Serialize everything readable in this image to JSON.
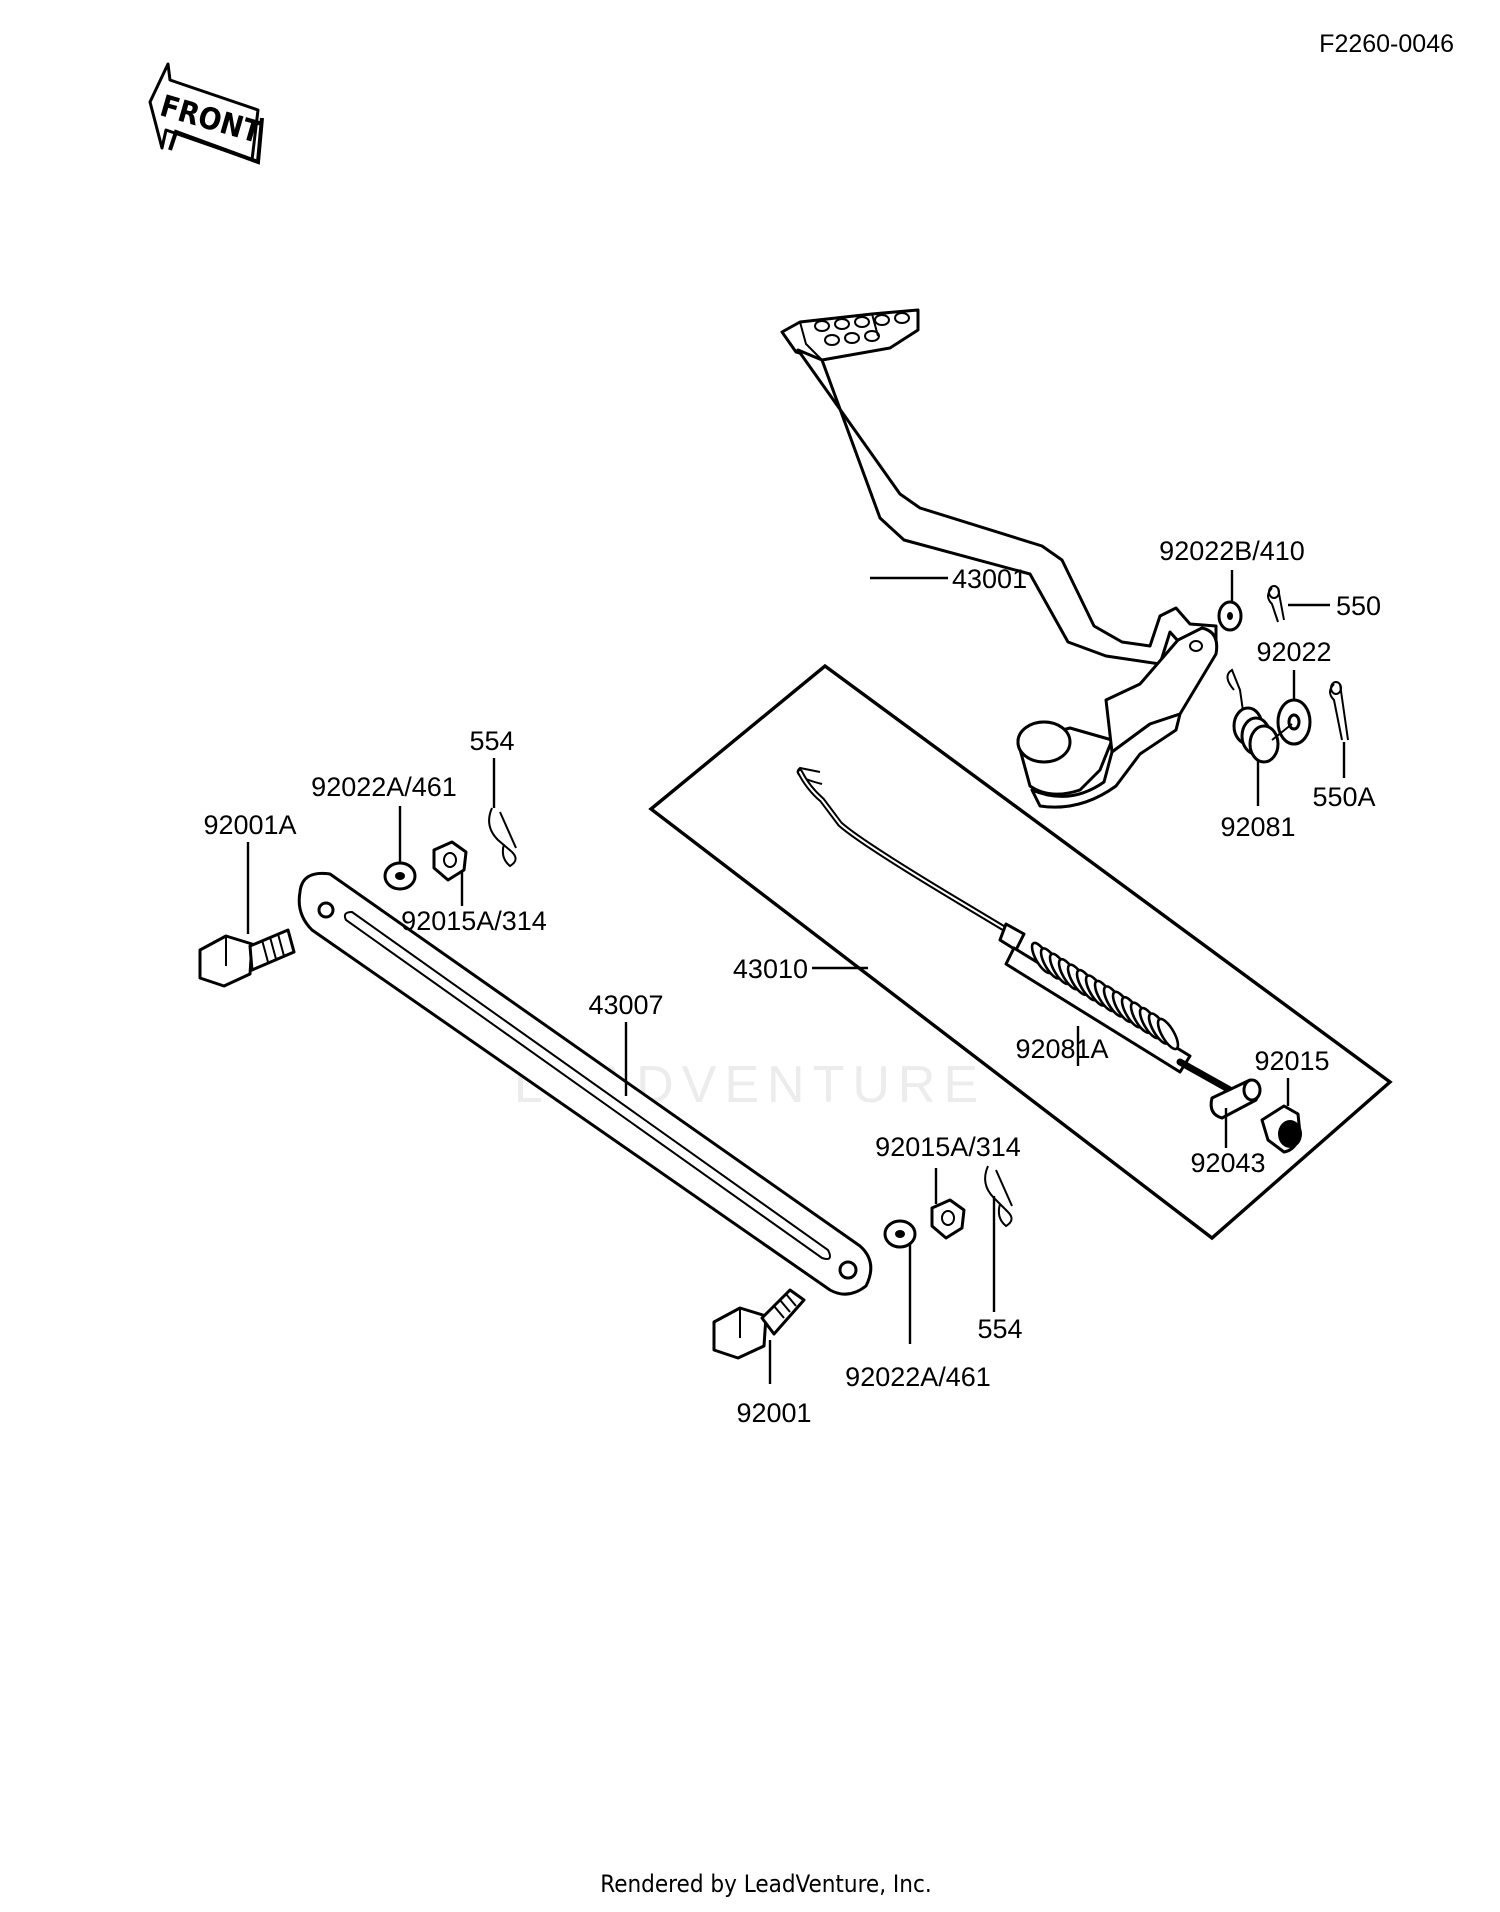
{
  "diagram_code": "F2260-0046",
  "front_arrow_text": "FRONT",
  "footer": "Rendered by LeadVenture, Inc.",
  "watermark": "LEADVENTURE",
  "callouts": {
    "c43001": "43001",
    "c92022B_410": "92022B/410",
    "c550": "550",
    "c92022": "92022",
    "c550A": "550A",
    "c92081": "92081",
    "c554_top": "554",
    "c92022A_461_top": "92022A/461",
    "c92001A": "92001A",
    "c92015A_314_top": "92015A/314",
    "c43010": "43010",
    "c43007": "43007",
    "c92081A": "92081A",
    "c92015": "92015",
    "c92043": "92043",
    "c92015A_314_bottom": "92015A/314",
    "c554_bottom": "554",
    "c92022A_461_bottom": "92022A/461",
    "c92001": "92001"
  }
}
